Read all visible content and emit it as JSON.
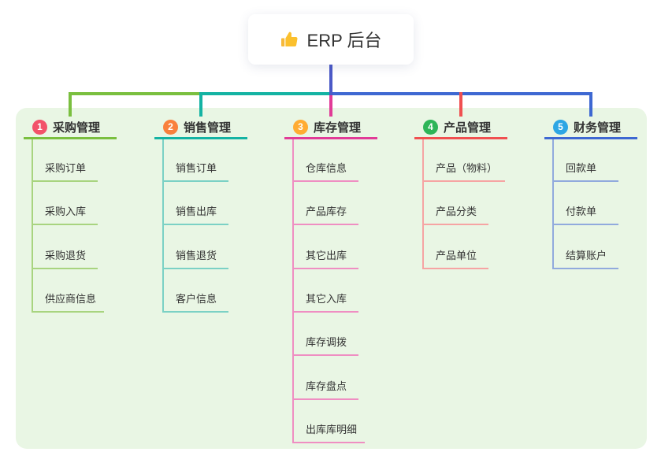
{
  "root": {
    "label": "ERP 后台",
    "icon": "thumbs-up-icon",
    "connector_color": "#4b59c7"
  },
  "canvas": {
    "page_bg": "#ffffff",
    "panel_bg": "#e9f6e4"
  },
  "branches": [
    {
      "number": "1",
      "title": "采购管理",
      "badge_color": "#f2526a",
      "line_color": "#7abf3f",
      "light_line_color": "#a8d47f",
      "children": [
        "采购订单",
        "采购入库",
        "采购退货",
        "供应商信息"
      ]
    },
    {
      "number": "2",
      "title": "销售管理",
      "badge_color": "#f9803c",
      "line_color": "#14b3a3",
      "light_line_color": "#7bd1c5",
      "children": [
        "销售订单",
        "销售出库",
        "销售退货",
        "客户信息"
      ]
    },
    {
      "number": "3",
      "title": "库存管理",
      "badge_color": "#ffac33",
      "line_color": "#e13b97",
      "light_line_color": "#ef8ec2",
      "children": [
        "仓库信息",
        "产品库存",
        "其它出库",
        "其它入库",
        "库存调拨",
        "库存盘点",
        "出库库明细"
      ]
    },
    {
      "number": "4",
      "title": "产品管理",
      "badge_color": "#2eb558",
      "line_color": "#f05050",
      "light_line_color": "#f6a4a3",
      "children": [
        "产品（物料）",
        "产品分类",
        "产品单位"
      ]
    },
    {
      "number": "5",
      "title": "财务管理",
      "badge_color": "#2da6e4",
      "line_color": "#3e68d2",
      "light_line_color": "#91aadd",
      "children": [
        "回款单",
        "付款单",
        "结算账户"
      ]
    }
  ]
}
